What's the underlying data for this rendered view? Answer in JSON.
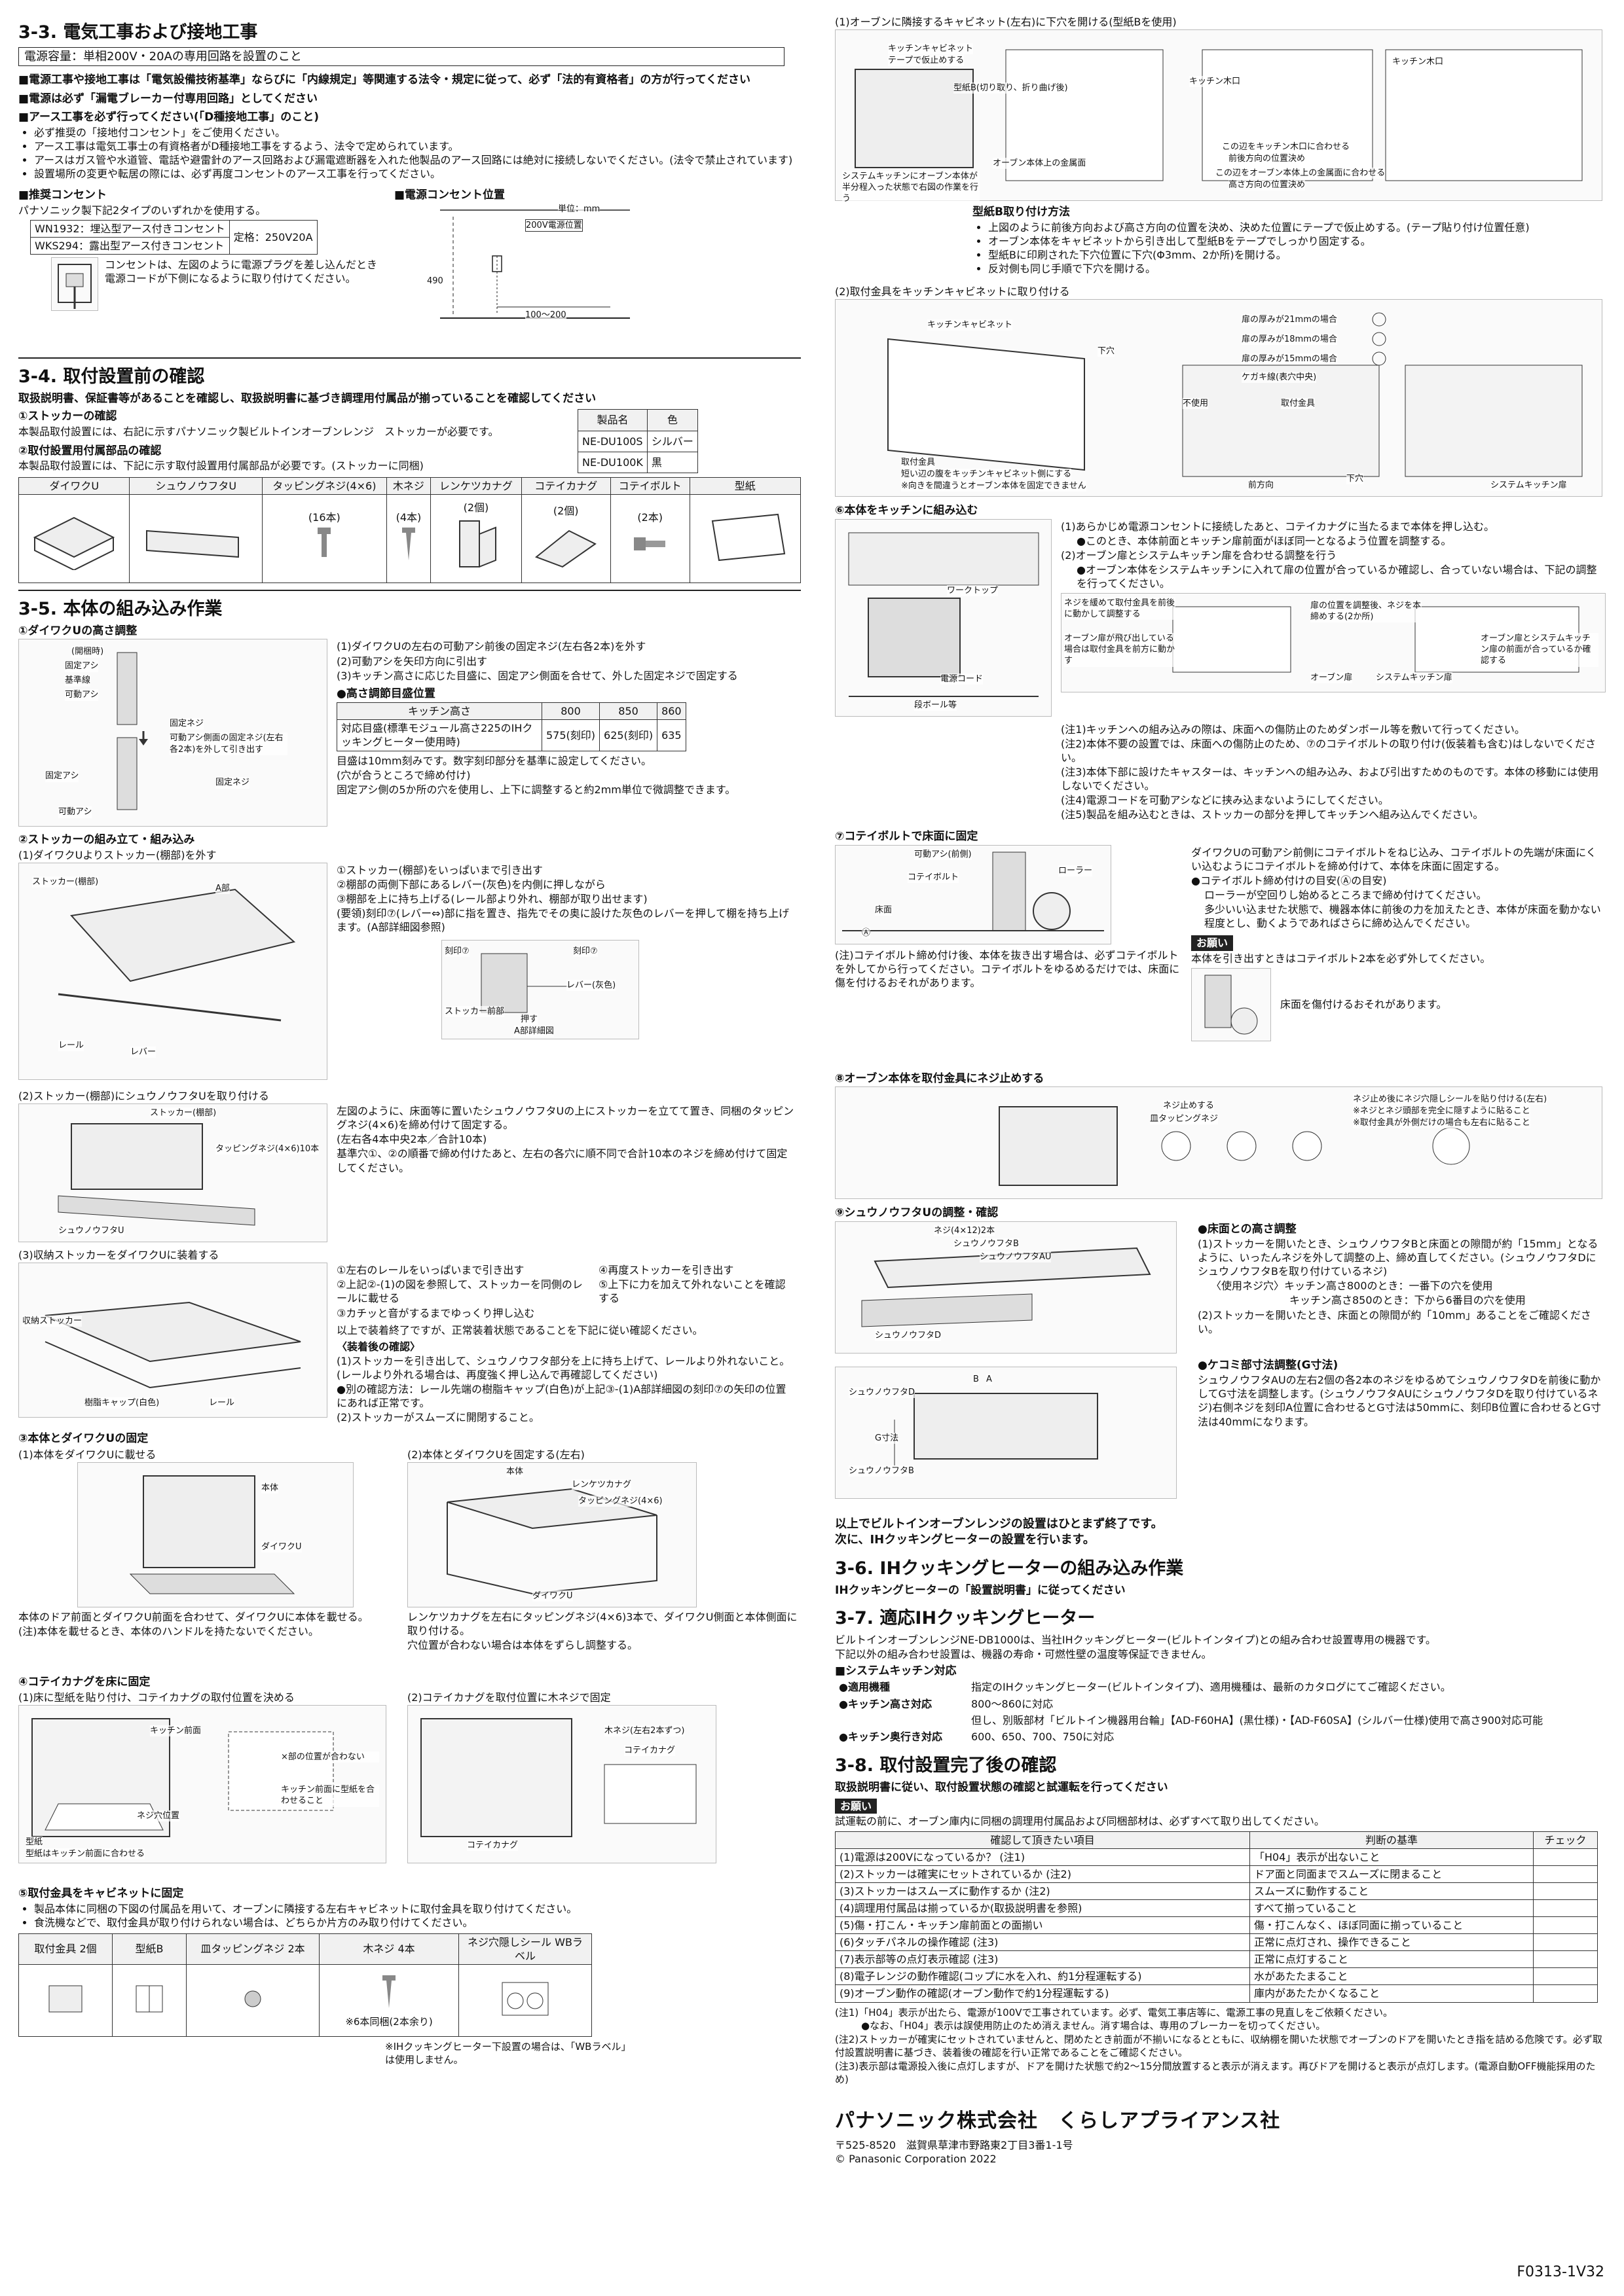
{
  "s33": {
    "title": "3-3. 電気工事および接地工事",
    "capacity": "電源容量：単相200V・20Aの専用回路を設置のこと",
    "p1": "■電源工事や接地工事は「電気設備技術基準」ならびに「内線規定」等関連する法令・規定に従って、必ず「法的有資格者」の方が行ってください",
    "p2": "■電源は必ず「漏電ブレーカー付専用回路」としてください",
    "p3": "■アース工事を必ず行ってください(「D種接地工事」のこと)",
    "bullets": [
      "必ず推奨の「接地付コンセント」をご使用ください。",
      "アース工事は電気工事士の有資格者がD種接地工事をするよう、法令で定められています。",
      "アースはガス管や水道管、電話や避雷針のアース回路および漏電遮断器を入れた他製品のアース回路には絶対に接続しないでください。(法令で禁止されています)",
      "設置場所の変更や転居の際には、必ず再度コンセントのアース工事を行ってください。"
    ],
    "outlet_title": "■推奨コンセント",
    "outlet_sub": "パナソニック製下記2タイプのいずれかを使用する。",
    "outlets": [
      "WN1932：埋込型アース付きコンセント",
      "WKS294：露出型アース付きコンセント"
    ],
    "rating": "定格：250V20A",
    "outlet_note": "コンセントは、左図のように電源プラグを差し込んだとき電源コードが下側になるように取り付けてください。",
    "pos_title": "■電源コンセント位置",
    "unit": "単位：mm",
    "pos_label": "200V電源位置",
    "dim1": "490",
    "dim2": "100～200"
  },
  "s34": {
    "title": "3-4. 取付設置前の確認",
    "lead": "取扱説明書、保証書等があることを確認し、取扱説明書に基づき調理用付属品が揃っていることを確認してください",
    "c1": "①ストッカーの確認",
    "c1b": "本製品取付設置には、右記に示すパナソニック製ビルトインオーブンレンジ　ストッカーが必要です。",
    "model_head": [
      "製品名",
      "色"
    ],
    "models": [
      [
        "NE-DU100S",
        "シルバー"
      ],
      [
        "NE-DU100K",
        "黒"
      ]
    ],
    "c2": "②取付設置用付属部品の確認",
    "c2b": "本製品取付設置には、下記に示す取付設置用付属部品が必要です。(ストッカーに同梱)",
    "parts_head": [
      "ダイワクU",
      "シュウノウフタU",
      "タッピングネジ(4×6)",
      "木ネジ",
      "レンケツカナグ",
      "コテイカナグ",
      "コテイボルト",
      "型紙"
    ],
    "parts_qty": [
      "",
      "",
      "(16本)",
      "(4本)",
      "(2個)",
      "(2個)",
      "(2本)",
      ""
    ]
  },
  "s35": {
    "title": "3-5. 本体の組み込み作業",
    "a": "①ダイワクUの高さ調整",
    "a_labels": [
      "(開梱時)",
      "固定アシ",
      "基準線",
      "可動アシ",
      "固定ネジ",
      "可動アシ側面の固定ネジ(左右各2本)を外して引き出す",
      "固定アシ",
      "固定ネジ",
      "可動アシ"
    ],
    "a_steps": [
      "(1)ダイワクUの左右の可動アシ前後の固定ネジ(左右各2本)を外す",
      "(2)可動アシを矢印方向に引出す",
      "(3)キッチン高さに応じた目盛に、固定アシ側面を合せて、外した固定ネジで固定する"
    ],
    "h_title": "●高さ調節目盛位置",
    "h_head": [
      "キッチン高さ",
      "800",
      "850",
      "860"
    ],
    "h_row_label": "対応目盛(標準モジュール高さ225のIHクッキングヒーター使用時)",
    "h_row": [
      "575(刻印)",
      "625(刻印)",
      "635"
    ],
    "h_note": [
      "目盛は10mm刻みです。数字刻印部分を基準に設定してください。",
      "(穴が合うところで締め付け)",
      "固定アシ側の5か所の穴を使用し、上下に調整すると約2mm単位で微調整できます。"
    ],
    "b": "②ストッカーの組み立て・組み込み",
    "b1": "(1)ダイワクUよりストッカー(棚部)を外す",
    "b1_labels": [
      "ストッカー(棚部)",
      "A部",
      "レール",
      "レバー"
    ],
    "b1_steps": [
      "①ストッカー(棚部)をいっぱいまで引き出す",
      "②棚部の両側下部にあるレバー(灰色)を内側に押しながら",
      "③棚部を上に持ち上げる(レール部より外れ、棚部が取り出せます)",
      "(要領)刻印⑦(レバー⇔)部に指を置き、指先でその奥に設けた灰色のレバーを押して棚を持ち上げます。(A部詳細図参照)"
    ],
    "b1_detail": [
      "刻印⑦",
      "刻印⑦",
      "ストッカー前部",
      "レバー(灰色)",
      "押す",
      "A部詳細図"
    ],
    "b2": "(2)ストッカー(棚部)にシュウノウフタUを取り付ける",
    "b2_labels": [
      "ストッカー(棚部)",
      "タッピングネジ(4×6)10本",
      "シュウノウフタU"
    ],
    "b2_text": [
      "左図のように、床面等に置いたシュウノウフタUの上にストッカーを立てて置き、同梱のタッピングネジ(4×6)を締め付けて固定する。",
      "(左右各4本中央2本／合計10本)",
      "基準穴①、②の順番で締め付けたあと、左右の各穴に順不同で合計10本のネジを締め付けて固定してください。"
    ],
    "b3": "(3)収納ストッカーをダイワクUに装着する",
    "b3_labels": [
      "収納ストッカー",
      "樹脂キャップ(白色)",
      "レール"
    ],
    "b3_steps_l": [
      "①左右のレールをいっぱいまで引き出す",
      "②上記②-(1)の図を参照して、ストッカーを同側のレールに載せる",
      "③カチッと音がするまでゆっくり押し込む"
    ],
    "b3_steps_r": [
      "④再度ストッカーを引き出す",
      "⑤上下に力を加えて外れないことを確認する"
    ],
    "b3_after": "以上で装着終了ですが、正常装着状態であることを下記に従い確認ください。",
    "b3_check_title": "〈装着後の確認〉",
    "b3_check": [
      "(1)ストッカーを引き出して、シュウノウフタ部分を上に持ち上げて、レールより外れないこと。(レールより外れる場合は、再度強く押し込んで再確認してください)",
      "●別の確認方法：レール先端の樹脂キャップ(白色)が上記③-(1)A部詳細図の刻印⑦の矢印の位置にあれば正常です。",
      "(2)ストッカーがスムーズに開閉すること。"
    ],
    "c": "③本体とダイワクUの固定",
    "c1": "(1)本体をダイワクUに載せる",
    "c1_labels": [
      "本体",
      "ダイワクU"
    ],
    "c1_text": [
      "本体のドア前面とダイワクU前面を合わせて、ダイワクUに本体を載せる。",
      "(注)本体を載せるとき、本体のハンドルを持たないでください。"
    ],
    "c2": "(2)本体とダイワクUを固定する(左右)",
    "c2_labels": [
      "本体",
      "レンケツカナグ",
      "タッピングネジ(4×6)",
      "ダイワクU"
    ],
    "c2_text": [
      "レンケツカナグを左右にタッピングネジ(4×6)3本で、ダイワクU側面と本体側面に取り付ける。",
      "穴位置が合わない場合は本体をずらし調整する。"
    ],
    "d": "④コテイカナグを床に固定",
    "d1": "(1)床に型紙を貼り付け、コテイカナグの取付位置を決める",
    "d1_labels": [
      "キッチン前面",
      "型紙",
      "型紙はキッチン前面に合わせる",
      "×部の位置が合わない",
      "キッチン前面に型紙を合わせること",
      "ネジ穴位置"
    ],
    "d2": "(2)コテイカナグを取付位置に木ネジで固定",
    "d2_labels": [
      "木ネジ(左右2本ずつ)",
      "コテイカナグ",
      "コテイカナグ"
    ],
    "e": "⑤取付金具をキャビネットに固定",
    "e_b1": "製品本体に同梱の下図の付属品を用いて、オーブンに隣接する左右キャビネットに取付金具を取り付けてください。",
    "e_b2": "食洗機などで、取付金具が取り付けられない場合は、どちらか片方のみ取り付けてください。",
    "e_head": [
      "取付金具 2個",
      "型紙B",
      "皿タッピングネジ 2本",
      "木ネジ 4本",
      "ネジ穴隠しシール WBラベル"
    ],
    "e_note1": "※6本同梱(2本余り)",
    "e_note2": "※IHクッキングヒーター下設置の場合は、「WBラベル」は使用しません。"
  },
  "r": {
    "r1": "(1)オーブンに隣接するキャビネット(左右)に下穴を開ける(型紙Bを使用)",
    "r1_labels": [
      "キッチンキャビネット",
      "テープで仮止めする",
      "型紙B(切り取り、折り曲げ後)",
      "キッチン木口",
      "キッチン木口",
      "オーブン本体上の金属面",
      "この辺をキッチン木口に合わせる",
      "前後方向の位置決め",
      "この辺をオーブン本体上の金属面に合わせる",
      "高さ方向の位置決め",
      "システムキッチンにオーブン本体が半分程入った状態で右図の作業を行う"
    ],
    "r1_method": "型紙B取り付け方法",
    "r1_steps": [
      "上図のように前後方向および高さ方向の位置を決め、決めた位置にテープで仮止めする。(テープ貼り付け位置任意)",
      "オーブン本体をキャビネットから引き出して型紙Bをテープでしっかり固定する。",
      "型紙Bに印刷された下穴位置に下穴(Φ3mm、2か所)を開ける。",
      "反対側も同じ手順で下穴を開ける。"
    ],
    "r2": "(2)取付金具をキッチンキャビネットに取り付ける",
    "r2_labels": [
      "キッチンキャビネット",
      "下穴",
      "取付金具",
      "短い辺の腹をキッチンキャビネット側にする",
      "※向きを間違うとオーブン本体を固定できません",
      "扉の厚みが21mmの場合",
      "扉の厚みが18mmの場合",
      "扉の厚みが15mmの場合",
      "ケガキ線(表穴中央)",
      "不使用",
      "取付金具",
      "前方向",
      "下穴",
      "システムキッチン扉"
    ],
    "f": "⑥本体をキッチンに組み込む",
    "f_labels": [
      "ワークトップ",
      "電源コード",
      "段ボール等"
    ],
    "f_steps": [
      "(1)あらかじめ電源コンセントに接続したあと、コテイカナグに当たるまで本体を押し込む。",
      "●このとき、本体前面とキッチン扉前面がほぼ同一となるよう位置を調整する。",
      "(2)オーブン扉とシステムキッチン扉を合わせる調整を行う",
      "●オーブン本体をシステムキッチンに入れて扉の位置が合っているか確認し、合っていない場合は、下記の調整を行ってください。"
    ],
    "f_labels2": [
      "ネジを緩めて取付金具を前後に動かして調整する",
      "オーブン扉が飛び出している場合は取付金具を前方に動かす",
      "扉の位置を調整後、ネジを本締めする(2か所)",
      "オーブン扉",
      "システムキッチン扉",
      "オーブン扉とシステムキッチン扉の前面が合っているか確認する"
    ],
    "f_notes": [
      "(注1)キッチンへの組み込みの際は、床面への傷防止のためダンボール等を敷いて行ってください。",
      "(注2)本体不要の設置では、床面への傷防止のため、⑦のコテイボルトの取り付け(仮装着も含む)はしないでください。",
      "(注3)本体下部に設けたキャスターは、キッチンへの組み込み、および引出すためのものです。本体の移動には使用しないでください。",
      "(注4)電源コードを可動アシなどに挟み込まないようにしてください。",
      "(注5)製品を組み込むときは、ストッカーの部分を押してキッチンへ組み込んでください。"
    ],
    "g": "⑦コテイボルトで床面に固定",
    "g_labels": [
      "可動アシ(前側)",
      "コテイボルト",
      "床面",
      "ローラー",
      "Ⓐ"
    ],
    "g_text": [
      "ダイワクUの可動アシ前側にコテイボルトをねじ込み、コテイボルトの先端が床面にくい込むようにコテイボルトを締め付けて、本体を床面に固定する。",
      "●コテイボルト締め付けの目安(Ⓐの目安)",
      "ローラーが空回りし始めるところまで締め付けてください。",
      "多少いい込ませた状態で、機器本体に前後の力を加えたとき、本体が床面を動かない程度とし、動くようであればさらに締め込んでください。"
    ],
    "g_note": "(注)コテイボルト締め付け後、本体を抜き出す場合は、必ずコテイボルトを外してから行ってください。コテイボルトをゆるめるだけでは、床面に傷を付けるおそれがあります。",
    "g_caution": "お願い",
    "g_caution_b": "本体を引き出すときはコテイボルト2本を必ず外してください。",
    "g_caution_fig": "床面を傷付けるおそれがあります。",
    "h": "⑧オーブン本体を取付金具にネジ止めする",
    "h_labels": [
      "ネジ止めする",
      "皿タッピングネジ",
      "ネジ止め後にネジ穴隠しシールを貼り付ける(左右)",
      "※ネジとネジ頭部を完全に隠すように貼ること",
      "※取付金具が外側だけの場合も左右に貼ること"
    ],
    "i": "⑨シュウノウフタUの調整・確認",
    "i_labels": [
      "ネジ(4×12)2本",
      "シュウノウフタB",
      "シュウノウフタAU",
      "シュウノウフタD",
      "シュウノウフタD",
      "シュウノウフタB",
      "G寸法",
      "B",
      "A"
    ],
    "i_floor_title": "●床面との高さ調整",
    "i_floor": [
      "(1)ストッカーを開いたとき、シュウノウフタBと床面との隙間が約「15mm」となるように、いったんネジを外して調整の上、締め直してください。(シュウノウフタDにシュウノウフタBを取り付けているネジ)",
      "〈使用ネジ穴〉キッチン高さ800のとき：一番下の穴を使用",
      "キッチン高さ850のとき：下から6番目の穴を使用",
      "(2)ストッカーを開いたとき、床面との隙間が約「10mm」あることをご確認ください。"
    ],
    "i_kick_title": "●ケコミ部寸法調整(G寸法)",
    "i_kick": "シュウノウフタAUの左右2個の各2本のネジをゆるめてシュウノウフタDを前後に動かしてG寸法を調整します。(シュウノウフタAUにシュウノウフタDを取り付けているネジ)右側ネジを刻印A位置に合わせるとG寸法は50mmに、刻印B位置に合わせるとG寸法は40mmになります。",
    "i_end1": "以上でビルトインオーブンレンジの設置はひとまず終了です。",
    "i_end2": "次に、IHクッキングヒーターの設置を行います。",
    "s36": "3-6. IHクッキングヒーターの組み込み作業",
    "s36b": "IHクッキングヒーターの「設置説明書」に従ってください",
    "s37": "3-7. 適応IHクッキングヒーター",
    "s37a": "ビルトインオーブンレンジNE-DB1000は、当社IHクッキングヒーター(ビルトインタイプ)との組み合わせ設置専用の機器です。",
    "s37b": "下記以外の組み合わせ設置は、機器の寿命・可燃性壁の温度等保証できません。",
    "s37c": "■システムキッチン対応",
    "s37_rows": [
      [
        "●適用機種",
        "指定のIHクッキングヒーター(ビルトインタイプ)、適用機種は、最新のカタログにてご確認ください。"
      ],
      [
        "●キッチン高さ対応",
        "800～860に対応"
      ],
      [
        "",
        "但し、別販部材「ビルトイン機器用台輪」【AD-F60HA】(黒仕様)・【AD-F60SA】(シルバー仕様)使用で高さ900対応可能"
      ],
      [
        "●キッチン奥行き対応",
        "600、650、700、750に対応"
      ]
    ],
    "s38": "3-8. 取付設置完了後の確認",
    "s38a": "取扱説明書に従い、取付設置状態の確認と試運転を行ってください",
    "s38_caution": "お願い",
    "s38_caution_b": "試運転の前に、オーブン庫内に同梱の調理用付属品および同梱部材は、必ずすべて取り出してください。",
    "chk_head": [
      "確認して頂きたい項目",
      "判断の基準",
      "チェック"
    ],
    "chk": [
      [
        "(1)電源は200Vになっているか？ (注1)",
        "「H04」表示が出ないこと"
      ],
      [
        "(2)ストッカーは確実にセットされているか (注2)",
        "ドア面と同面までスムーズに閉まること"
      ],
      [
        "(3)ストッカーはスムーズに動作するか (注2)",
        "スムーズに動作すること"
      ],
      [
        "(4)調理用付属品は揃っているか(取扱説明書を参照)",
        "すべて揃っていること"
      ],
      [
        "(5)傷・打こん・キッチン扉前面との面揃い",
        "傷・打こんなく、ほぼ同面に揃っていること"
      ],
      [
        "(6)タッチパネルの操作確認 (注3)",
        "正常に点灯され、操作できること"
      ],
      [
        "(7)表示部等の点灯表示確認 (注3)",
        "正常に点灯すること"
      ],
      [
        "(8)電子レンジの動作確認(コップに水を入れ、約1分程運転する)",
        "水があたたまること"
      ],
      [
        "(9)オーブン動作の確認(オーブン動作で約1分程運転する)",
        "庫内があたたかくなること"
      ]
    ],
    "chk_notes": [
      "(注1)「H04」表示が出たら、電源が100Vで工事されています。必ず、電気工事店等に、電源工事の見直しをご依頼ください。",
      "●なお、「H04」表示は誤使用防止のため消えません。消す場合は、専用のブレーカーを切ってください。",
      "(注2)ストッカーが確実にセットされていませんと、閉めたとき前面が不揃いになるとともに、収納棚を開いた状態でオーブンのドアを開いたとき指を詰める危険です。必ず取付設置説明書に基づき、装着後の確認を行い正常であることをご確認ください。",
      "(注3)表示部は電源投入後に点灯しますが、ドアを開けた状態で約2～15分間放置すると表示が消えます。再びドアを開けると表示が点灯します。(電源自動OFF機能採用のため)"
    ],
    "company": "パナソニック株式会社　くらしアプライアンス社",
    "address": "〒525-8520　滋賀県草津市野路東2丁目3番1-1号",
    "copyright": "© Panasonic Corporation 2022",
    "code": "F0313-1V32"
  }
}
